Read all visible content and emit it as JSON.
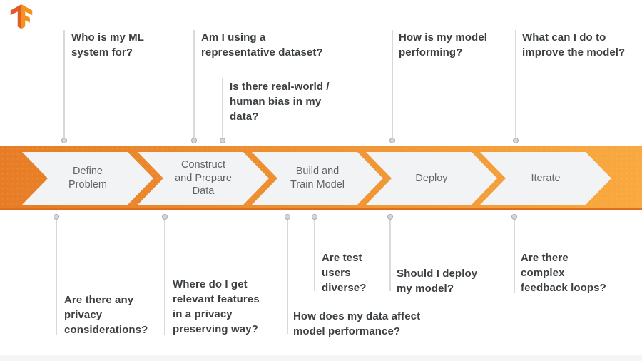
{
  "logo": {
    "name": "TensorFlow",
    "color_dark": "#e05c2b",
    "color_light": "#f4911f"
  },
  "band": {
    "gradient_left": "#e77c25",
    "gradient_right": "#f9a93f",
    "chevron_fill": "#f2f3f4",
    "label_color": "#5f6368"
  },
  "stages": [
    {
      "label": "Define\nProblem"
    },
    {
      "label": "Construct\nand Prepare\nData"
    },
    {
      "label": "Build and\nTrain Model"
    },
    {
      "label": "Deploy"
    },
    {
      "label": "Iterate"
    }
  ],
  "questions_top": [
    {
      "text": "Who is my ML\nsystem for?"
    },
    {
      "text": "Am I using a\nrepresentative dataset?"
    },
    {
      "text": "Is there real-world /\nhuman bias in my\ndata?"
    },
    {
      "text": "How is my model\nperforming?"
    },
    {
      "text": "What can I do to\nimprove the model?"
    }
  ],
  "questions_bottom": [
    {
      "text": "Are there any\nprivacy\nconsiderations?"
    },
    {
      "text": "Where do I get\nrelevant features\nin a privacy\npreserving way?"
    },
    {
      "text": "How does my data affect\nmodel performance?"
    },
    {
      "text": "Are test\nusers\ndiverse?"
    },
    {
      "text": "Should I deploy\nmy model?"
    },
    {
      "text": "Are there\ncomplex\nfeedback loops?"
    }
  ]
}
